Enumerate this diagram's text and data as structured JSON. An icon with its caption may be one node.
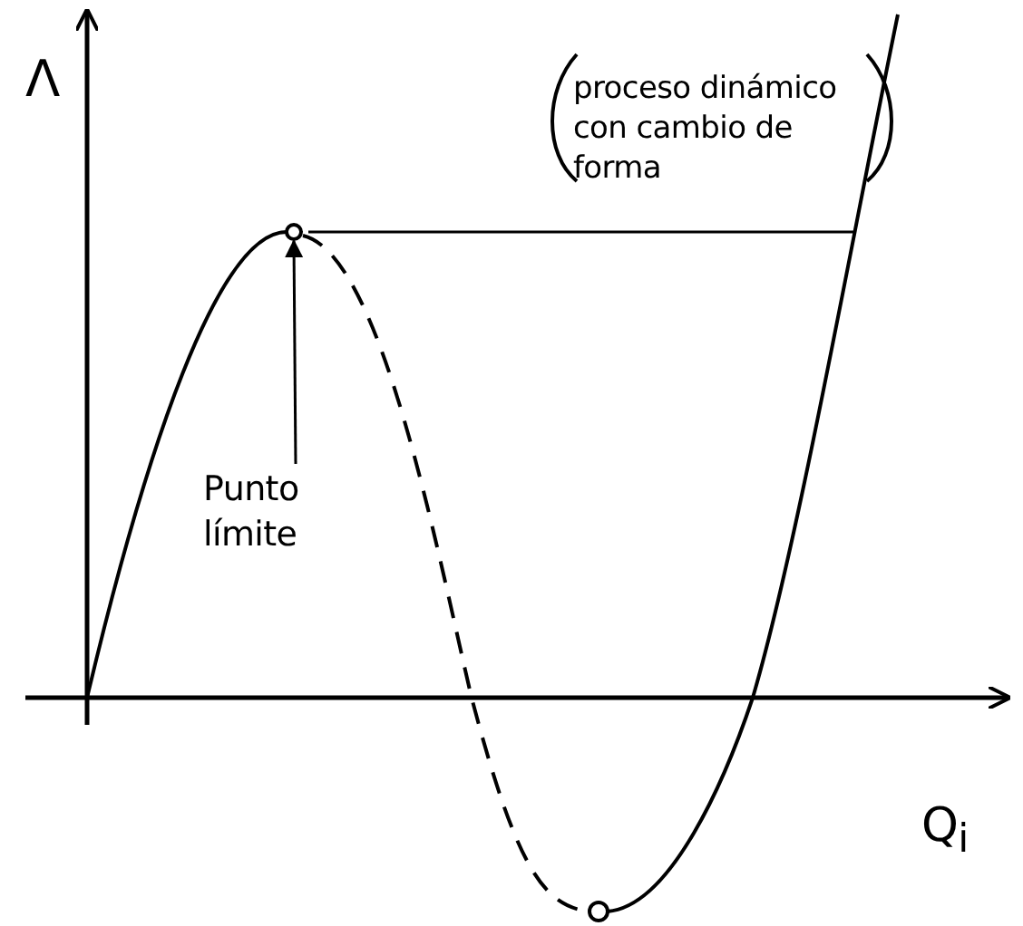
{
  "diagram": {
    "nodes": [
      {
        "text": [
          "Punto límite"
        ]
      },
      {
        "text": [],
        "shape": "circle"
      }
    ],
    "edges": [
      {
        "from": 0,
        "to": 1,
        "arrow": "to"
      }
    ],
    "labels": [
      "Λ",
      "proceso dinámico con cambio de forma",
      "Q$_{i}$"
    ]
  }
}
